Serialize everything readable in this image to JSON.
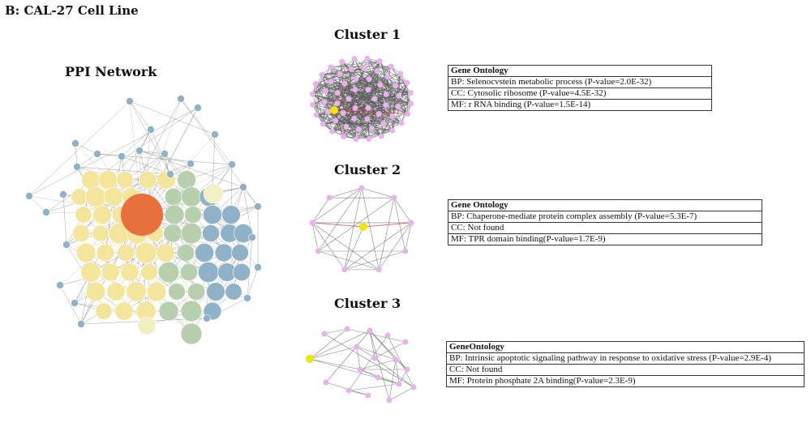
{
  "figure": {
    "panel_title": "B: CAL-27 Cell Line",
    "ppi_title": "PPI Network"
  },
  "colors": {
    "edge": "#5a5a5a",
    "edge_red": "#d23a3a",
    "hub": "#e8703d",
    "node_yellow": "#f3e59c",
    "node_green": "#b8cfae",
    "node_blue": "#8fb2c9",
    "cluster_node": "#e9b2ef",
    "cluster_seed": "#f2e600"
  },
  "clusters": [
    {
      "title": "Cluster 1",
      "ontology": {
        "header": "Gene Ontology",
        "bp": "BP: Selenocvstein metabolic process (P-value=2.0E-32)",
        "cc": "CC: Cytosolic ribosome  (P-value=4.5E-32)",
        "mf": "MF: r RNA binding (P-value=1.5E-14)"
      }
    },
    {
      "title": "Cluster 2",
      "ontology": {
        "header": "Gene Ontology",
        "bp": "BP: Chaperone-mediate protein complex assembly (P-value=5.3E-7)",
        "cc": "CC: Not found",
        "mf": "MF: TPR domain binding(P-value=1.7E-9)"
      }
    },
    {
      "title": "Cluster 3",
      "ontology": {
        "header": "GeneOntology",
        "bp": "BP: Intrinsic apoptotic signaling pathway in response to oxidative stress (P-value=2.9E-4)",
        "cc": "CC: Not found",
        "mf": "MF: Protein phosphate 2A binding(P-value=2.3E-9)"
      }
    }
  ]
}
